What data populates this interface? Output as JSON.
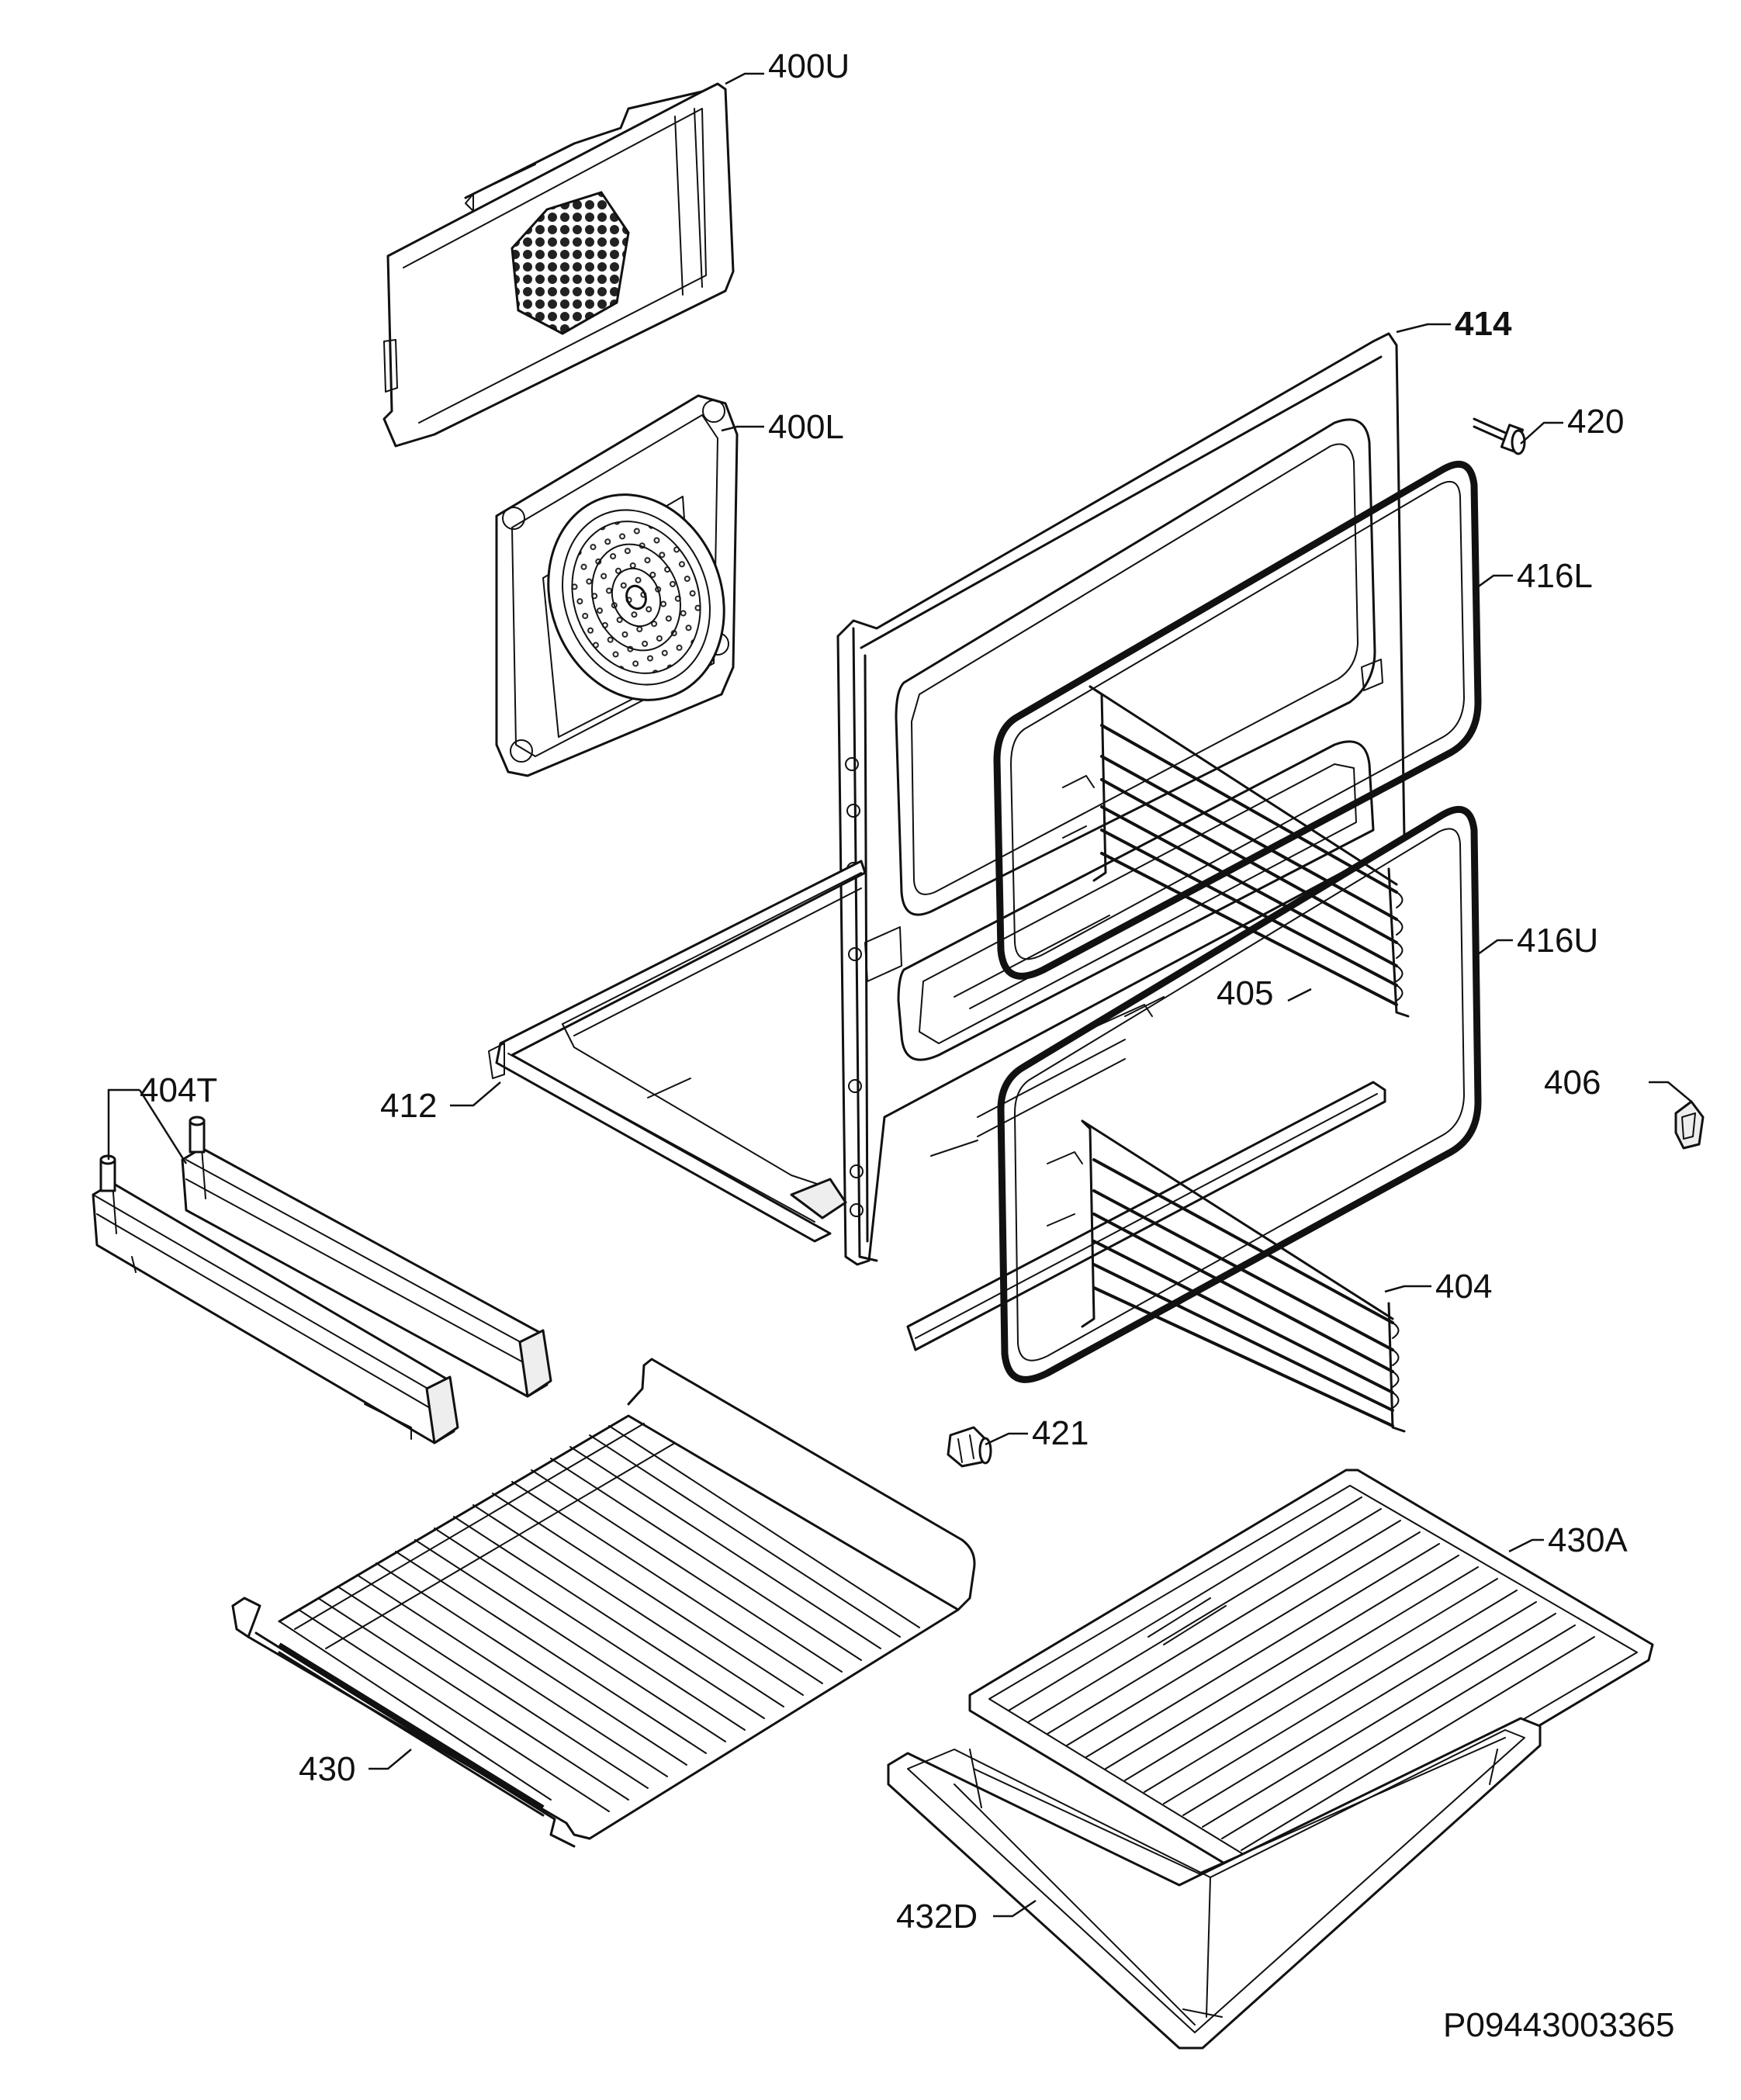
{
  "diagram": {
    "document_id": "P09443003365",
    "parts": [
      {
        "id": "400U",
        "label": "400U"
      },
      {
        "id": "400L",
        "label": "400L"
      },
      {
        "id": "414",
        "label": "414"
      },
      {
        "id": "420",
        "label": "420"
      },
      {
        "id": "416L",
        "label": "416L"
      },
      {
        "id": "416U",
        "label": "416U"
      },
      {
        "id": "405",
        "label": "405"
      },
      {
        "id": "406",
        "label": "406"
      },
      {
        "id": "412",
        "label": "412"
      },
      {
        "id": "404T",
        "label": "404T"
      },
      {
        "id": "404",
        "label": "404"
      },
      {
        "id": "421",
        "label": "421"
      },
      {
        "id": "430A",
        "label": "430A"
      },
      {
        "id": "430",
        "label": "430"
      },
      {
        "id": "432D",
        "label": "432D"
      }
    ]
  }
}
